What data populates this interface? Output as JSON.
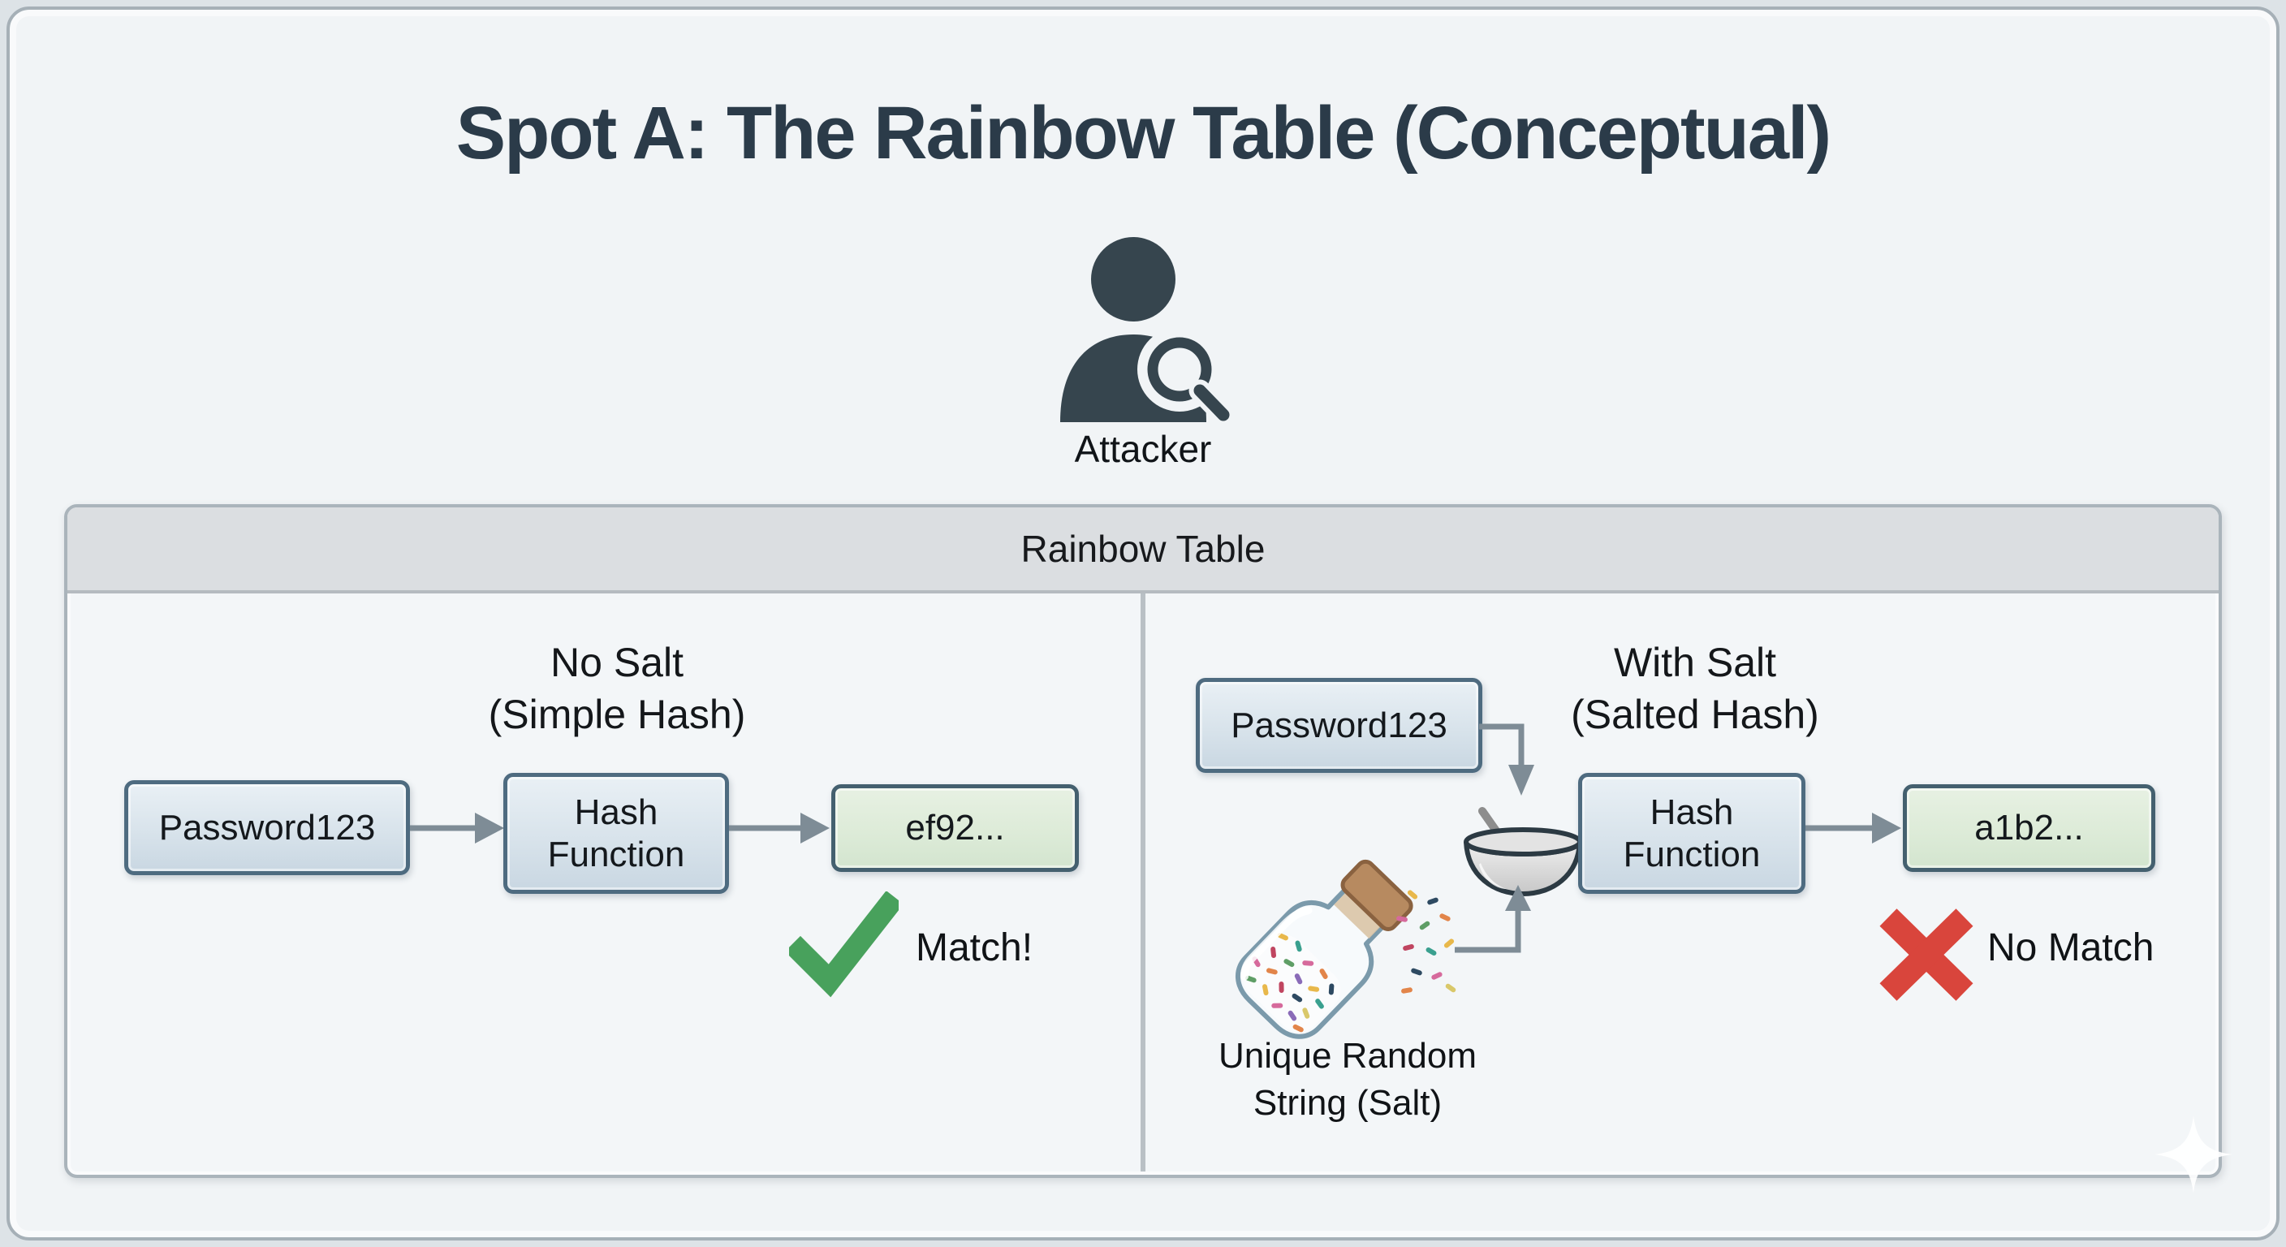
{
  "title": "Spot A: The Rainbow Table (Conceptual)",
  "attacker": {
    "label": "Attacker"
  },
  "rainbow_table": {
    "header": "Rainbow Table",
    "no_salt": {
      "heading_line1": "No Salt",
      "heading_line2": "(Simple Hash)",
      "password": "Password123",
      "hash_function": "Hash Function",
      "hash_output": "ef92...",
      "result": "Match!"
    },
    "with_salt": {
      "heading_line1": "With Salt",
      "heading_line2": "(Salted Hash)",
      "password": "Password123",
      "hash_function": "Hash Function",
      "hash_output": "a1b2...",
      "result": "No Match",
      "salt_label_line1": "Unique Random",
      "salt_label_line2": "String (Salt)"
    }
  },
  "colors": {
    "title": "#2b3b49",
    "icon_dark": "#36454e",
    "box_border": "#4e6b80",
    "box_fill": "#d8e3eb",
    "output_fill": "#ddebd8",
    "arrow": "#7e8c96",
    "check_green": "#48a15c",
    "cross_red": "#d9453c"
  }
}
